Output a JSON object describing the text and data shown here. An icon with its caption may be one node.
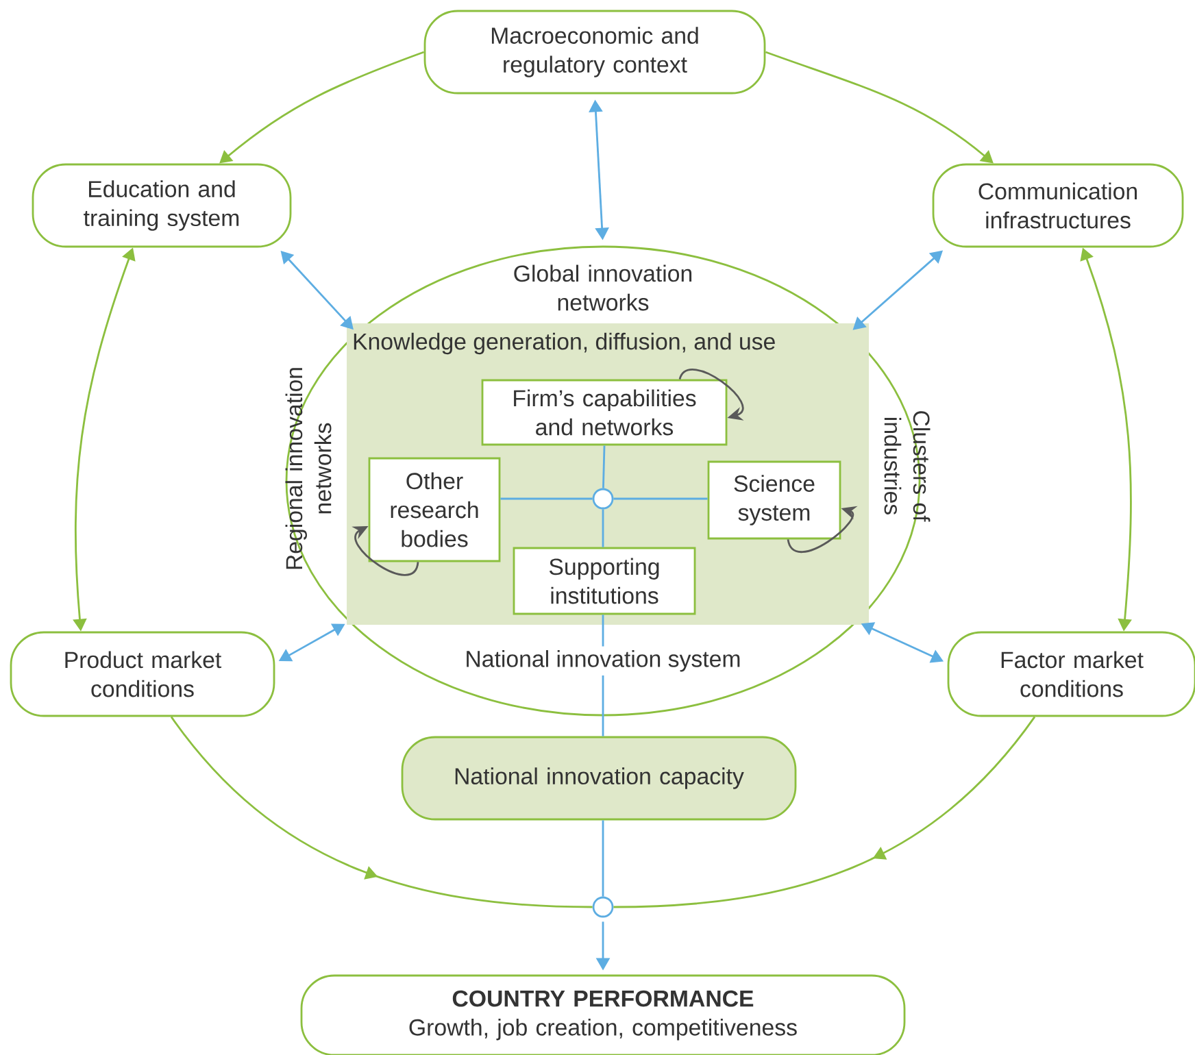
{
  "diagram": {
    "nodes": [
      {
        "text": [
          "Macroeconomic and regulatory context"
        ]
      },
      {
        "text": [
          "Education and training system"
        ]
      },
      {
        "text": [
          "Communication infrastructures"
        ]
      },
      {
        "text": [
          "Global innovation networks",
          "Regional innovation networks",
          "Clusters of industries"
        ]
      },
      {
        "text": [
          "Knowledge generation, diffusion, and use"
        ],
        "in": 3
      },
      {
        "text": [
          "Firm’s capabilities and networks"
        ],
        "in": 4
      },
      {
        "text": [
          "Other research bodies"
        ],
        "in": 4
      },
      {
        "text": [
          "Science system"
        ],
        "in": 4
      },
      {
        "text": [
          "Supporting institutions"
        ],
        "in": 4
      },
      {
        "text": [],
        "shape": "circle",
        "in": 4
      },
      {
        "text": [
          "Product market conditions"
        ]
      },
      {
        "text": [
          "Factor market conditions"
        ]
      },
      {
        "text": [
          "National innovation capacity"
        ]
      },
      {
        "text": [],
        "shape": "circle"
      },
      {
        "text": [
          "COUNTRY PERFORMANCE",
          "Growth, job creation, competitiveness"
        ]
      }
    ],
    "edges": [
      {
        "from": 0,
        "to": 1,
        "arrow": "to",
        "color": "#8cbf3f"
      },
      {
        "from": 0,
        "to": 2,
        "arrow": "to",
        "color": "#8cbf3f"
      },
      {
        "from": 1,
        "to": 10,
        "arrow": "both",
        "color": "#8cbf3f"
      },
      {
        "from": 2,
        "to": 11,
        "arrow": "both",
        "color": "#8cbf3f"
      },
      {
        "from": 10,
        "to": 13,
        "arrow": "to",
        "color": "#8cbf3f"
      },
      {
        "from": 11,
        "to": 13,
        "arrow": "to",
        "color": "#8cbf3f"
      },
      {
        "from": 0,
        "to": 3,
        "arrow": "both"
      },
      {
        "from": 1,
        "to": 3,
        "arrow": "both"
      },
      {
        "from": 2,
        "to": 3,
        "arrow": "both"
      },
      {
        "from": 10,
        "to": 3,
        "arrow": "both"
      },
      {
        "from": 11,
        "to": 3,
        "arrow": "both"
      },
      {
        "from": 9,
        "to": 5,
        "arrow": "none"
      },
      {
        "from": 9,
        "to": 6,
        "arrow": "none"
      },
      {
        "from": 9,
        "to": 7,
        "arrow": "none"
      },
      {
        "from": 9,
        "to": 8,
        "arrow": "none"
      },
      {
        "from": 8,
        "to": 12,
        "arrow": "none",
        "label": "National innovation system"
      },
      {
        "from": 12,
        "to": 13,
        "arrow": "none"
      },
      {
        "from": 13,
        "to": 14,
        "arrow": "to"
      },
      {
        "from": 5,
        "to": 5,
        "arrow": "to",
        "color": "#595959"
      },
      {
        "from": 6,
        "to": 6,
        "arrow": "to",
        "color": "#595959"
      },
      {
        "from": 7,
        "to": 7,
        "arrow": "to",
        "color": "#595959"
      }
    ]
  }
}
